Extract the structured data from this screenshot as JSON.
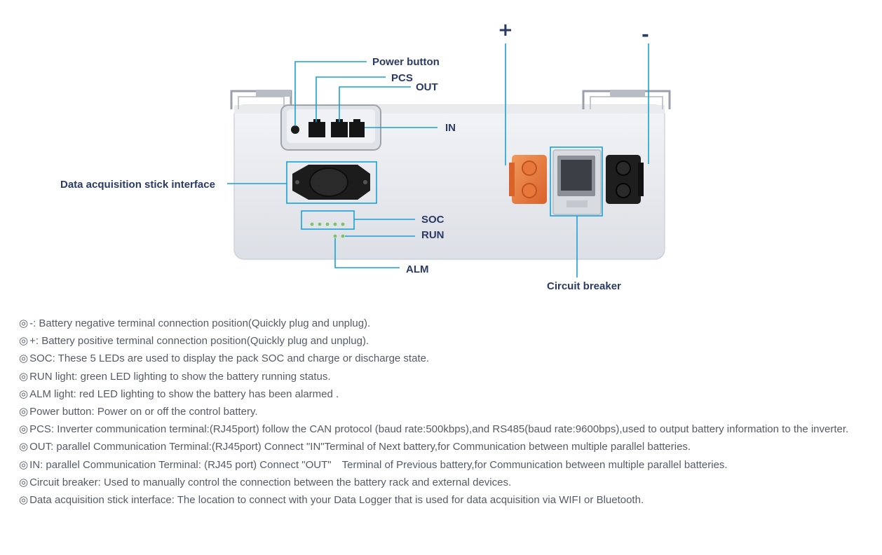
{
  "labels": {
    "power_button": "Power button",
    "pcs": "PCS",
    "out": "OUT",
    "in": "IN",
    "data_stick": "Data acquisition stick interface",
    "soc": "SOC",
    "run": "RUN",
    "alm": "ALM",
    "circuit_breaker": "Circuit breaker",
    "plus": "+",
    "minus": "-"
  },
  "bullet_symbol": "◎",
  "descriptions": [
    "-: Battery negative terminal connection position(Quickly plug and unplug).",
    "+: Battery positive terminal connection position(Quickly plug and unplug).",
    "SOC: These 5 LEDs are used to display the pack SOC and charge or discharge state.",
    "RUN light: green LED lighting to show the battery running status.",
    "ALM light: red LED lighting to show the battery has been alarmed .",
    "Power button: Power on or off the control battery.",
    "PCS: Inverter communication terminal:(RJ45port) follow the CAN protocol (baud rate:500kbps),and RS485(baud rate:9600bps),used to output battery information to the inverter.",
    "OUT: parallel Communication Terminal:(RJ45port) Connect \"IN\"Terminal of Next battery,for Communication between multiple parallel batteries.",
    "IN: parallel Communication Terminal: (RJ45 port) Connect \"OUT\"　Terminal of Previous battery,for Communication between multiple parallel batteries.",
    "Circuit breaker: Used to manually control the connection between the battery rack and external devices.",
    "Data acquisition stick interface: The location to connect with your Data Logger that is used for data acquisition via WIFI  or Bluetooth."
  ],
  "colors": {
    "callout": "#1aa0d6",
    "label_text": "#2a3a66",
    "body_text": "#555b66",
    "positive_terminal": "#e8783a",
    "negative_terminal": "#1e1e1e",
    "led": "#7cc46a"
  }
}
